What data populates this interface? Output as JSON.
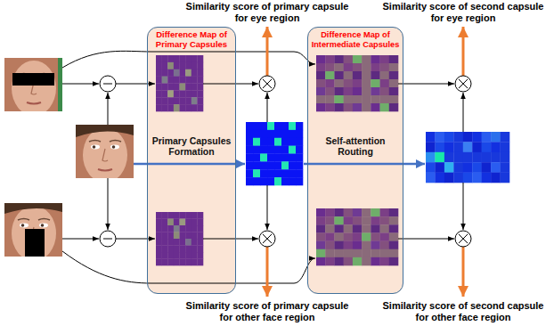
{
  "diagram": {
    "nodes": [
      {
        "text": [
          "Difference Map of Primary Capsules",
          "Primary Capsules Formation"
        ]
      },
      {
        "text": [
          "Difference Map of Intermediate Capsules",
          "Self-attention Routing"
        ]
      }
    ],
    "labels": [
      "Similarity score of primary capsule for eye region",
      "Similarity score of second capsule for eye region",
      "Similarity score of primary capsule for other face region",
      "Similarity score of second capsule for other face region"
    ]
  }
}
